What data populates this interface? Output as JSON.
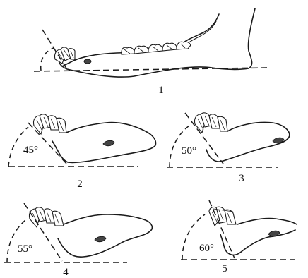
{
  "panels": [
    {
      "number": "1"
    },
    {
      "number": "2",
      "angle": "45°"
    },
    {
      "number": "3",
      "angle": "50°"
    },
    {
      "number": "4",
      "angle": "55°"
    },
    {
      "number": "5",
      "angle": "60°"
    }
  ]
}
